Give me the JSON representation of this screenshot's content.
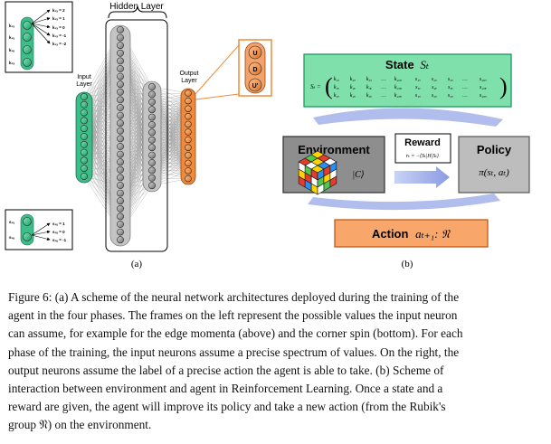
{
  "panel_a": {
    "label": "(a)",
    "hidden_layer_label": "Hidden Layer",
    "input_layer_label": [
      "Input",
      "Layer"
    ],
    "output_layer_label": [
      "Output",
      "Layer"
    ],
    "top_box_neuron_labels": [
      "k₁ₓ",
      "k₁ᵧ",
      "k₁ᵤ",
      "k₂ₓ"
    ],
    "top_box_values": [
      "k₁ₓ = 2",
      "k₁ₓ = 1",
      "k₁ₓ = 0",
      "k₁ₓ = -1",
      "k₁ₓ = -2"
    ],
    "bottom_box_neuron_labels": [
      "s₁ᵧ",
      "s₁ᵤ"
    ],
    "bottom_box_values": [
      "s₁ᵤ = 1",
      "s₁ᵤ = 0",
      "s₁ᵤ = -1"
    ],
    "output_actions": [
      "U",
      "D",
      "U'"
    ],
    "colors": {
      "input": "#3dbd8a",
      "hidden": "#8a8a8a",
      "output": "#f08a3a"
    }
  },
  "panel_b": {
    "label": "(b)",
    "state_title": "State",
    "state_symbol": "Sₜ",
    "state_matrix_lhs": "Sₜ =",
    "state_matrix_rows": [
      [
        "k₁ₓ",
        "k₂ₓ",
        "k₃ₓ",
        "…",
        "k₂₀ₓ",
        "s₁ₓ",
        "s₂ₓ",
        "s₃ₓ",
        "…",
        "s₂₀ₓ"
      ],
      [
        "k₁ᵧ",
        "k₂ᵧ",
        "k₃ᵧ",
        "…",
        "k₂₀ᵧ",
        "s₁ᵧ",
        "s₂ᵧ",
        "s₃ᵧ",
        "…",
        "s₂₀ᵧ"
      ],
      [
        "k₁ᵤ",
        "k₂ᵤ",
        "k₃ᵤ",
        "…",
        "k₂₀ᵤ",
        "s₁ᵤ",
        "s₂ᵤ",
        "s₃ᵤ",
        "…",
        "s₂₀ᵤ"
      ]
    ],
    "environment_title": "Environment",
    "environment_formula": "|C⟩",
    "reward_title": "Reward",
    "reward_formula": "rₜ = −⟨Sₜ|H|Sₜ⟩",
    "policy_title": "Policy",
    "policy_formula": "π(sₜ, aₜ)",
    "action_title": "Action",
    "action_formula": "aₜ₊₁: 𝔑",
    "colors": {
      "state": "#7fe0ac",
      "environment": "#8e8e8e",
      "policy": "#bdbdbd",
      "action": "#f9a66b",
      "arrow": "#a9b6ea"
    }
  },
  "caption": {
    "lines": [
      "Figure 6: (a) A scheme of the neural network architectures deployed during the training of the",
      "agent in the four phases. The frames on the left represent the possible values the input neuron",
      "can assume, for example for the edge momenta (above) and the corner spin (bottom). For each",
      "phase of the training, the input neurons assume a precise spectrum of values. On the right, the",
      "output neurons assume the label of a precise action the agent is able to take. (b) Scheme of",
      "interaction between environment and agent in Reinforcement Learning. Once a state and a",
      "reward are given, the agent will improve its policy and take a new action (from the Rubik's",
      "group 𝔑) on the environment."
    ]
  }
}
